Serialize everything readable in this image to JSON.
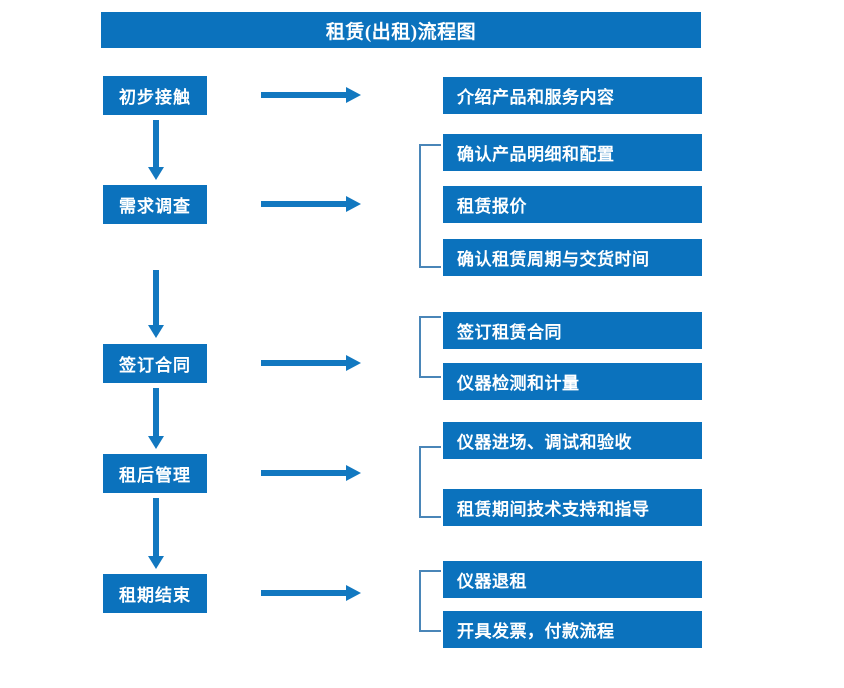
{
  "title": {
    "text": "租赁(出租)流程图"
  },
  "colors": {
    "box_fill": "#0b72bd",
    "box_text": "#ffffff",
    "arrow": "#1278c0",
    "bracket": "#4a86b8",
    "background": "#ffffff"
  },
  "stages": [
    {
      "label": "初步接触"
    },
    {
      "label": "需求调查"
    },
    {
      "label": "签订合同"
    },
    {
      "label": "租后管理"
    },
    {
      "label": "租期结束"
    }
  ],
  "details": [
    {
      "label": "介绍产品和服务内容"
    },
    {
      "label": "确认产品明细和配置"
    },
    {
      "label": "租赁报价"
    },
    {
      "label": "确认租赁周期与交货时间"
    },
    {
      "label": "签订租赁合同"
    },
    {
      "label": "仪器检测和计量"
    },
    {
      "label": "仪器进场、调试和验收"
    },
    {
      "label": "租赁期间技术支持和指导"
    },
    {
      "label": "仪器退租"
    },
    {
      "label": "开具发票，付款流程"
    }
  ],
  "flow_arrows": {
    "horizontal_count": 5,
    "vertical_count": 4,
    "direction_horizontal": "right",
    "direction_vertical": "down"
  },
  "group_brackets": [
    {
      "group": "需求调查",
      "item_count": 3
    },
    {
      "group": "签订合同",
      "item_count": 2
    },
    {
      "group": "租后管理",
      "item_count": 2
    },
    {
      "group": "租期结束",
      "item_count": 2
    }
  ]
}
